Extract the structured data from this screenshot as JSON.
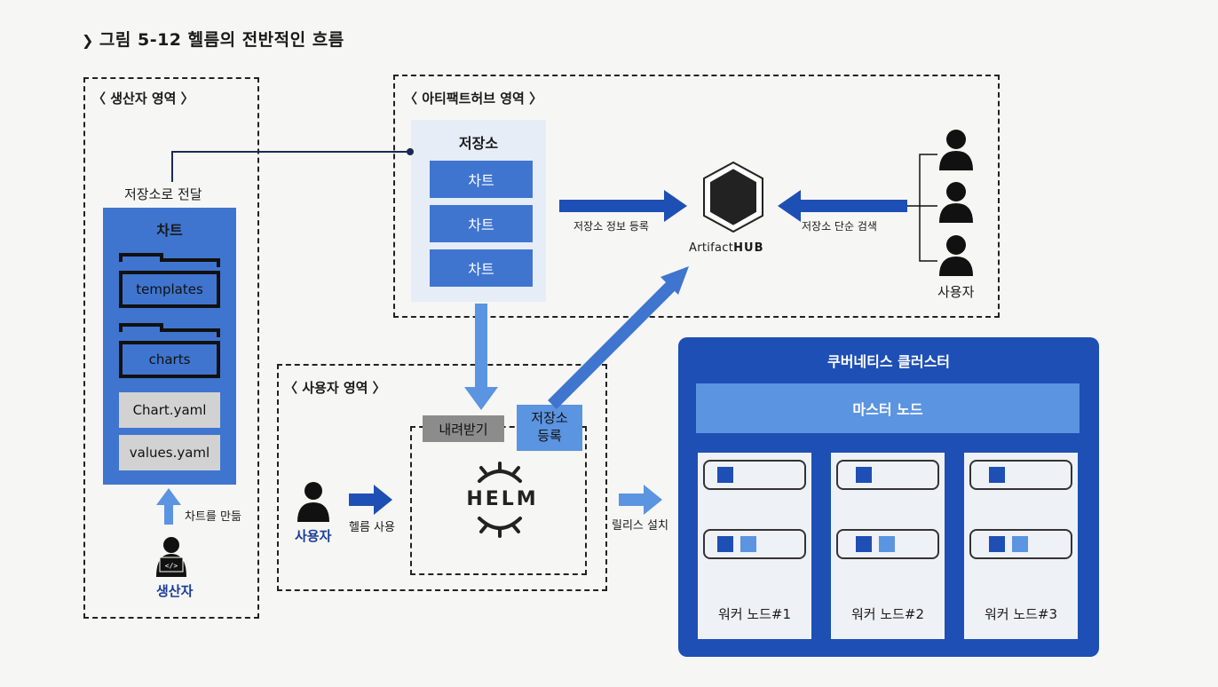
{
  "figure": {
    "title": "그림 5-12  헬름의 전반적인 흐름"
  },
  "producer_area": {
    "label": "〈 생산자 영역 〉",
    "send_label": "저장소로 전달",
    "chart": {
      "title": "차트",
      "folders": [
        "templates",
        "charts"
      ],
      "files": [
        "Chart.yaml",
        "values.yaml"
      ]
    },
    "make_label": "차트를 만듦",
    "producer": "생산자"
  },
  "hub_area": {
    "label": "〈 아티팩트허브 영역 〉",
    "repo": {
      "title": "저장소",
      "charts": [
        "차트",
        "차트",
        "차트"
      ]
    },
    "register_label": "저장소 정보 등록",
    "search_label": "저장소 단순 검색",
    "logo_text_1": "Artifact",
    "logo_text_2": "HUB",
    "user": "사용자"
  },
  "user_area": {
    "label": "〈 사용자 영역 〉",
    "user": "사용자",
    "use_label": "헬름 사용",
    "download": "내려받기",
    "repo_register_1": "저장소",
    "repo_register_2": "등록",
    "helm": "HELM",
    "install_label": "릴리스 설치"
  },
  "cluster": {
    "title": "쿠버네티스 클러스터",
    "master": "마스터 노드",
    "workers": [
      "워커 노드#1",
      "워커 노드#2",
      "워커 노드#3"
    ]
  },
  "colors": {
    "dark_blue": "#1e4fb4",
    "mid_blue": "#3f75cf",
    "light_blue": "#5b94e0"
  }
}
